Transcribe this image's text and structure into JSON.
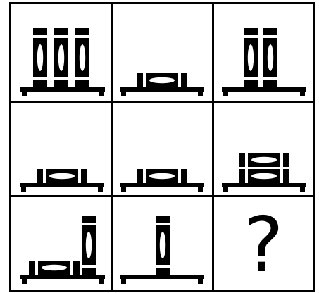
{
  "puzzle": {
    "missing_cell_text": "?",
    "grid": {
      "rows": 3,
      "columns": 3,
      "line_color": "#000000",
      "background_color": "#ffffff"
    },
    "cells": [
      {
        "name": "cell-r1-c1",
        "content": [
          "vertical-book",
          "vertical-book",
          "vertical-book"
        ]
      },
      {
        "name": "cell-r1-c2",
        "content": [
          "horizontal-book"
        ]
      },
      {
        "name": "cell-r1-c3",
        "content": [
          "vertical-book",
          "vertical-book"
        ]
      },
      {
        "name": "cell-r2-c1",
        "content": [
          "horizontal-book"
        ]
      },
      {
        "name": "cell-r2-c2",
        "content": [
          "horizontal-book"
        ]
      },
      {
        "name": "cell-r2-c3",
        "content": [
          "horizontal-book",
          "horizontal-book"
        ]
      },
      {
        "name": "cell-r3-c1",
        "content": [
          "horizontal-book",
          "vertical-book"
        ]
      },
      {
        "name": "cell-r3-c2",
        "content": [
          "vertical-book"
        ]
      },
      {
        "name": "cell-r3-c3",
        "content": [
          "question-mark"
        ]
      }
    ],
    "icons": [
      "shelf-icon",
      "vertical-book-icon",
      "horizontal-book-icon"
    ]
  }
}
